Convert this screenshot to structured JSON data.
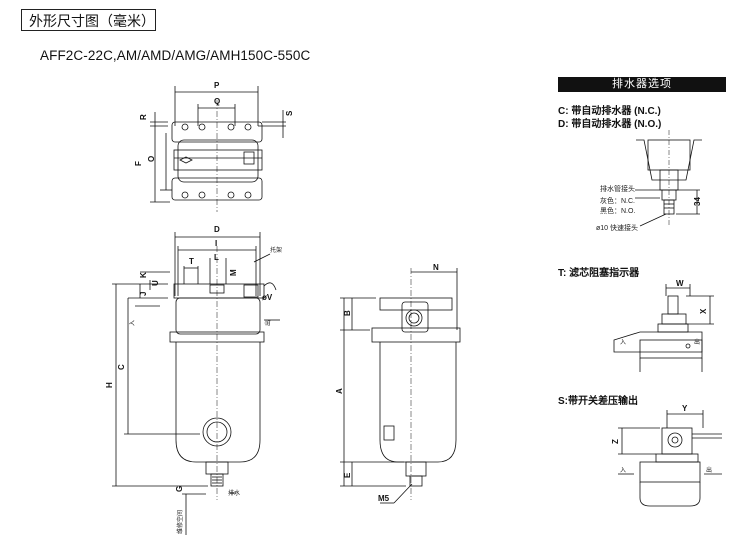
{
  "header": {
    "title": "外形尺寸图（毫米）",
    "model": "AFF2C-22C,AM/AMD/AMG/AMH150C-550C"
  },
  "drain_options": {
    "heading": "排水器选项",
    "nc": "C: 带自动排水器 (N.C.)",
    "no": "D: 带自动排水器 (N.O.)",
    "fitting_label": "排水管接头",
    "gray": "灰色：N.C.",
    "black": "黑色：N.O.",
    "quick": "ø10 快速接头",
    "dim34": "34"
  },
  "t_option": {
    "label": "T: 滤芯阻塞指示器",
    "W": "W",
    "X": "X",
    "in": "入",
    "out": "出"
  },
  "s_option": {
    "label": "S:带开关差压输出",
    "Y": "Y",
    "Z": "Z",
    "in": "入",
    "out": "出"
  },
  "top_view": {
    "P": "P",
    "Q": "Q",
    "R": "R",
    "S": "S",
    "F": "F",
    "O": "O"
  },
  "front_view": {
    "D": "D",
    "I": "I",
    "T": "T",
    "L": "L",
    "M": "M",
    "K": "K",
    "U": "U",
    "J": "J",
    "H": "H",
    "C": "C",
    "G": "G",
    "V": "øV",
    "bracket": "托架",
    "in": "入",
    "out": "出",
    "drain": "排水",
    "maint": "维修空间"
  },
  "side_view": {
    "N": "N",
    "B": "B",
    "A": "A",
    "E": "E",
    "M5": "M5"
  }
}
